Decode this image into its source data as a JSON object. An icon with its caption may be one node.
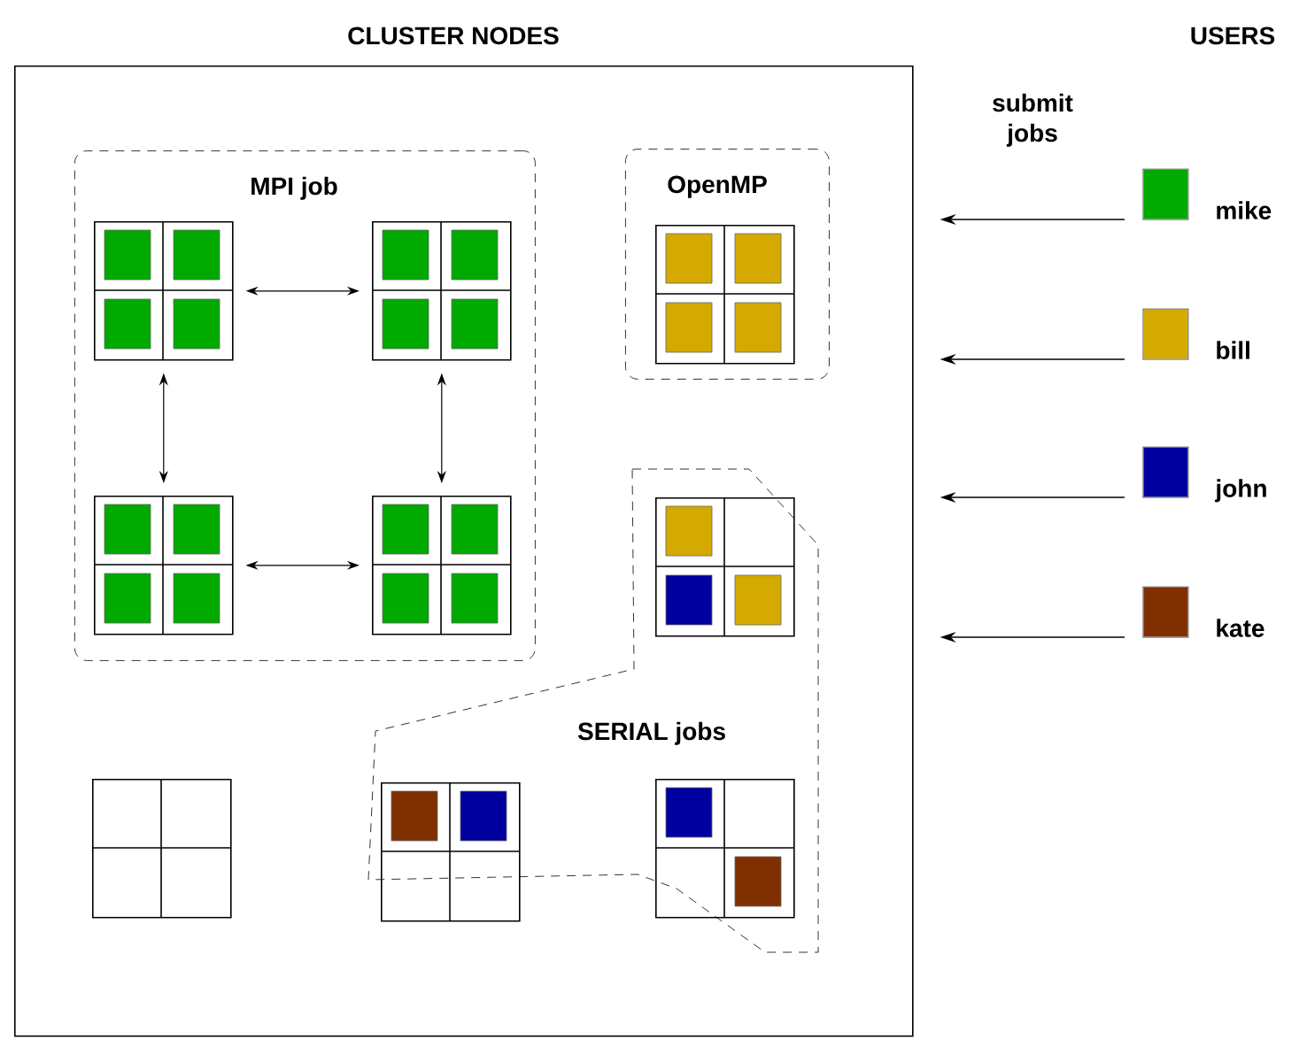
{
  "diagram": {
    "nodes": [
      {
        "text": [
          "CLUSTER NODES"
        ]
      },
      {
        "text": [
          "MPI job"
        ],
        "in": 0
      },
      {
        "text": [],
        "shape": "box",
        "in": 1
      },
      {
        "text": [],
        "shape": "box",
        "in": 1
      },
      {
        "text": [],
        "shape": "box",
        "in": 1
      },
      {
        "text": [],
        "shape": "box",
        "in": 1
      },
      {
        "text": [
          "OpenMP"
        ],
        "in": 0
      },
      {
        "text": [],
        "shape": "box",
        "in": 6
      },
      {
        "text": [
          "SERIAL jobs"
        ],
        "in": 0
      },
      {
        "text": [],
        "shape": "box",
        "in": 0
      },
      {
        "text": [],
        "shape": "box",
        "in": 8
      },
      {
        "text": [],
        "shape": "box",
        "in": 8
      },
      {
        "text": [],
        "shape": "box",
        "in": 8
      },
      {
        "text": [
          "mike"
        ]
      },
      {
        "text": [
          "bill"
        ]
      },
      {
        "text": [
          "john"
        ]
      },
      {
        "text": [
          "kate"
        ]
      }
    ],
    "edges": [
      {
        "from": 2,
        "to": 3,
        "arrow": "both"
      },
      {
        "from": 2,
        "to": 4,
        "arrow": "both"
      },
      {
        "from": 3,
        "to": 5,
        "arrow": "both"
      },
      {
        "from": 4,
        "to": 5,
        "arrow": "both"
      },
      {
        "from": 13,
        "to": 0,
        "arrow": "to"
      },
      {
        "from": 14,
        "to": 0,
        "arrow": "to"
      },
      {
        "from": 15,
        "to": 0,
        "arrow": "to"
      },
      {
        "from": 16,
        "to": 0,
        "arrow": "to"
      }
    ],
    "labels": [
      "USERS",
      "submit jobs"
    ]
  }
}
